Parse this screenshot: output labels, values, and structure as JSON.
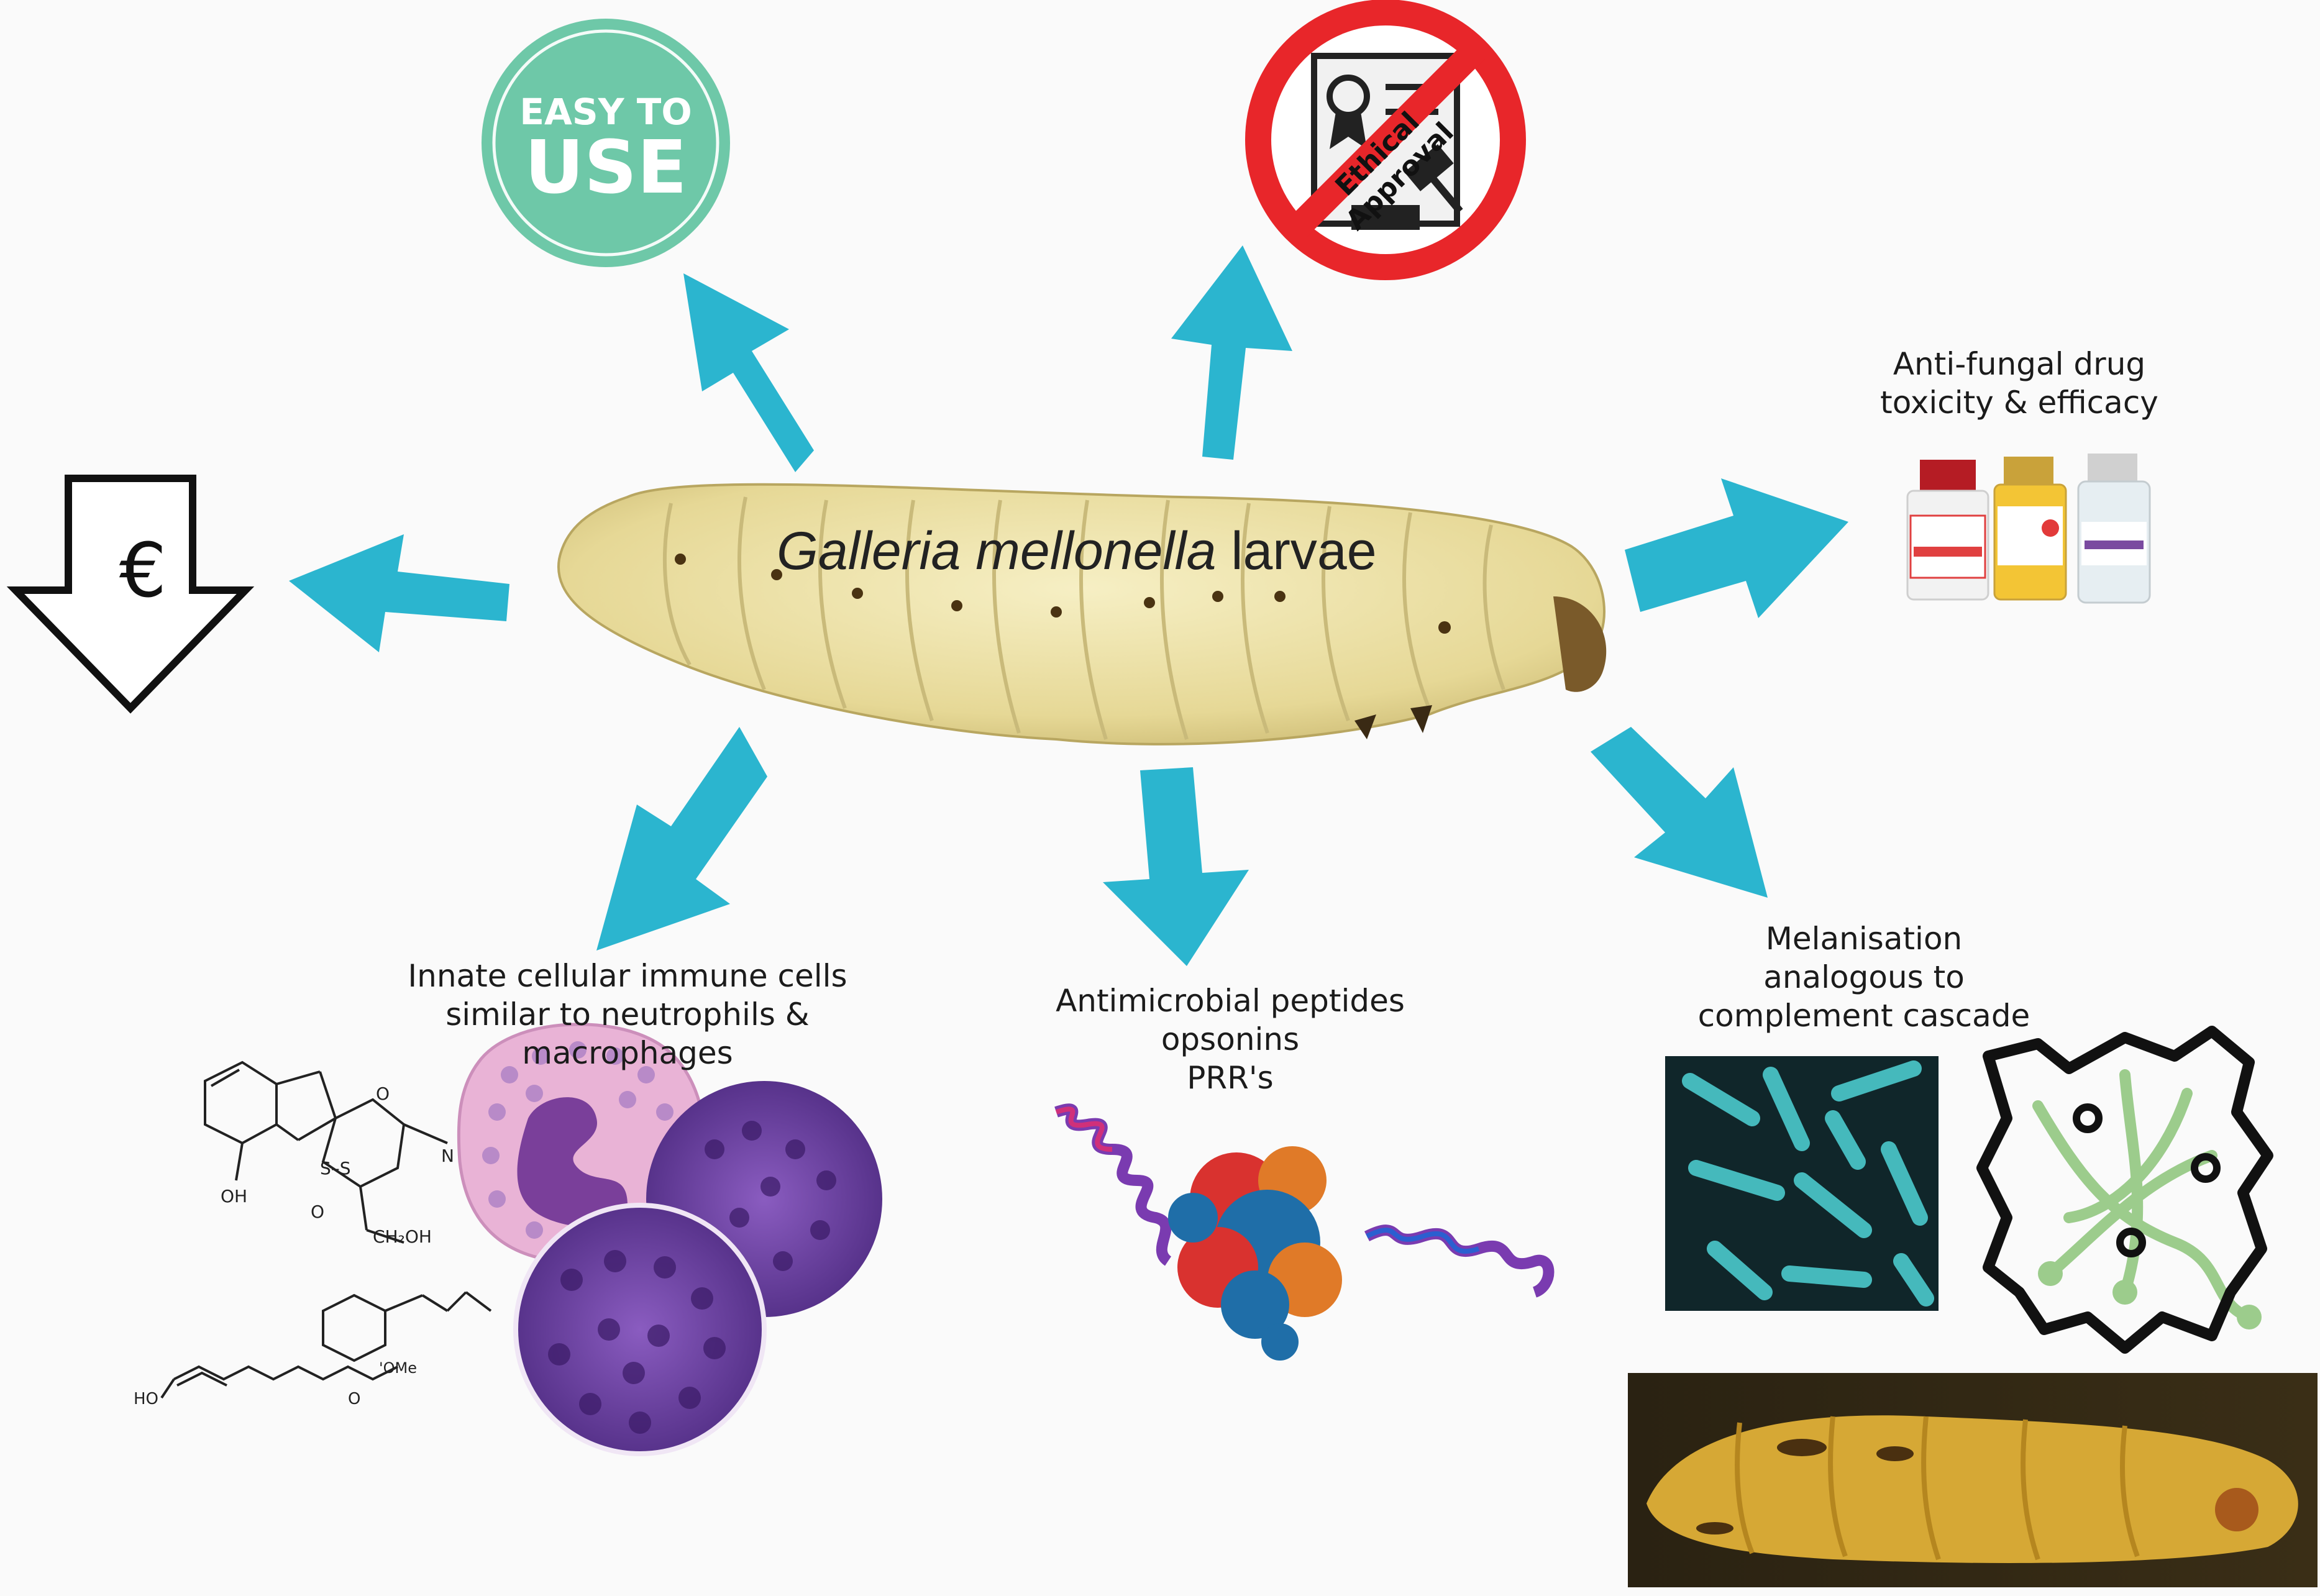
{
  "center": {
    "species": "Galleria mellonella",
    "suffix": " larvae"
  },
  "easy_badge": {
    "line1": "EASY TO",
    "line2": "USE"
  },
  "ethics_badge": {
    "text": "Ethical Approval"
  },
  "cost_icon": {
    "symbol": "€"
  },
  "labels": {
    "antifungal": "Anti-fungal drug\ntoxicity & efficacy",
    "innate": "Innate cellular immune cells\nsimilar to neutrophils & macrophages",
    "amp": "Antimicrobial peptides\nopsonins\nPRR's",
    "melanisation": "Melanisation\nanalogous to\ncomplement cascade"
  },
  "colors": {
    "arrow": "#2bb5cf",
    "badge_green": "#6ec8a8",
    "prohibit_red": "#e8262a",
    "larva": "#ede3a8",
    "neutrophil": "#e9b3d6",
    "macrophage": "#6b3fa0"
  },
  "icons": [
    "down-arrow-euro-icon",
    "easy-to-use-badge-icon",
    "no-ethical-approval-icon",
    "drug-vials-icon",
    "chemical-structure-icon",
    "immune-cells-icon",
    "protein-structure-icon",
    "fluorescence-micrograph-icon",
    "melanisation-sketch-icon",
    "melanised-larva-photo-icon"
  ]
}
